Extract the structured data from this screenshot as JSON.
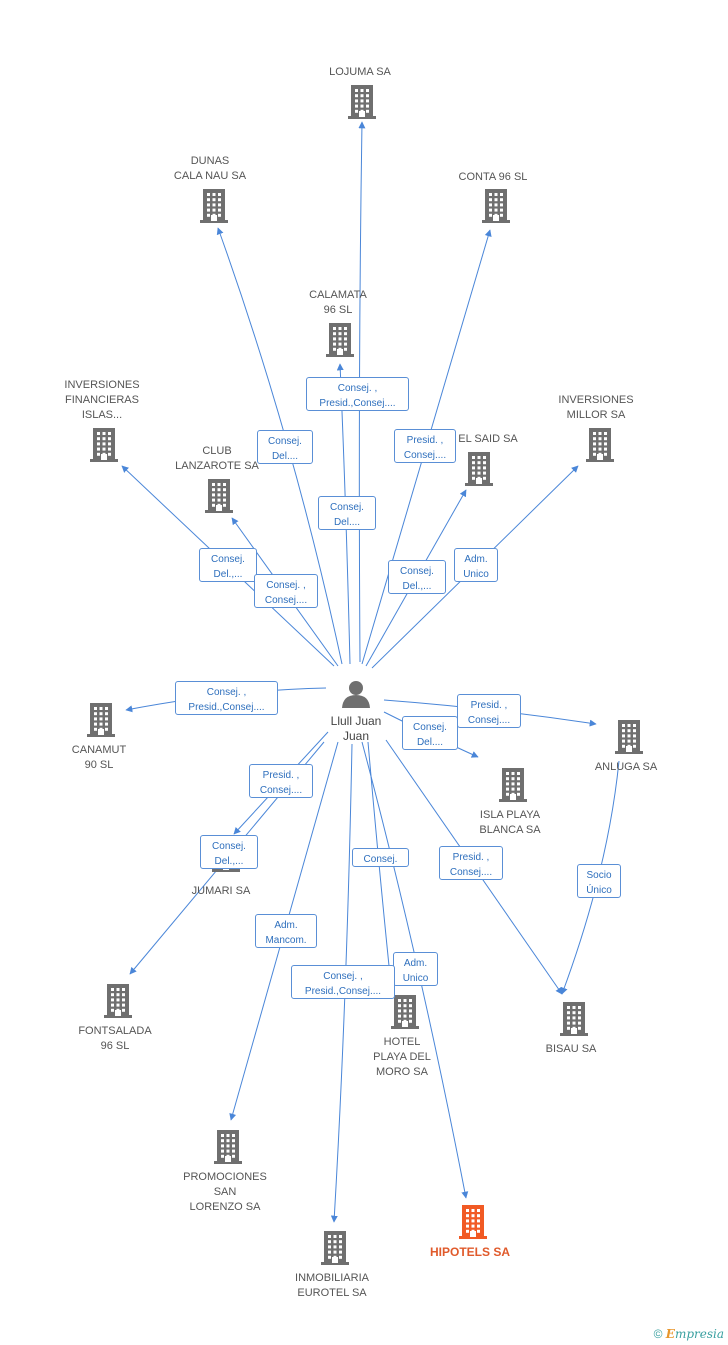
{
  "center": {
    "name": "Llull Juan\nJuan"
  },
  "companies": [
    {
      "id": "lojuma",
      "label": "LOJUMA SA"
    },
    {
      "id": "dunas",
      "label": "DUNAS\nCALA NAU SA"
    },
    {
      "id": "conta",
      "label": "CONTA 96 SL"
    },
    {
      "id": "calamata",
      "label": "CALAMATA\n96 SL"
    },
    {
      "id": "inv_fin",
      "label": "INVERSIONES\nFINANCIERAS\nISLAS..."
    },
    {
      "id": "club",
      "label": "CLUB\nLANZAROTE SA"
    },
    {
      "id": "elsaid",
      "label": "EL SAID SA"
    },
    {
      "id": "inv_millor",
      "label": "INVERSIONES\nMILLOR SA"
    },
    {
      "id": "canamut",
      "label": "CANAMUT\n90 SL"
    },
    {
      "id": "anluga",
      "label": "ANLUGA SA"
    },
    {
      "id": "isla",
      "label": "ISLA PLAYA\nBLANCA SA"
    },
    {
      "id": "jumari",
      "label": "JUMARI SA"
    },
    {
      "id": "fontsalada",
      "label": "FONTSALADA\n96 SL"
    },
    {
      "id": "bisau",
      "label": "BISAU SA"
    },
    {
      "id": "hotel",
      "label": "HOTEL\nPLAYA DEL\nMORO SA"
    },
    {
      "id": "promociones",
      "label": "PROMOCIONES\nSAN\nLORENZO SA"
    },
    {
      "id": "hipotels",
      "label": "HIPOTELS SA",
      "highlight": true
    },
    {
      "id": "inmobiliaria",
      "label": "INMOBILIARIA\nEUROTEL SA"
    }
  ],
  "edges": [
    {
      "from": "center",
      "to": "lojuma",
      "label": "Consej. ,\nPresid.,Consej...."
    },
    {
      "from": "center",
      "to": "dunas",
      "label": "Consej.\nDel...."
    },
    {
      "from": "center",
      "to": "conta",
      "label": "Presid. ,\nConsej...."
    },
    {
      "from": "center",
      "to": "calamata",
      "label": "Consej.\nDel...."
    },
    {
      "from": "center",
      "to": "inv_fin",
      "label": "Consej.\nDel.,..."
    },
    {
      "from": "center",
      "to": "club",
      "label": "Consej. ,\nConsej...."
    },
    {
      "from": "center",
      "to": "elsaid",
      "label": "Consej.\nDel.,..."
    },
    {
      "from": "center",
      "to": "inv_millor",
      "label": "Adm.\nUnico"
    },
    {
      "from": "center",
      "to": "canamut",
      "label": "Consej. ,\nPresid.,Consej...."
    },
    {
      "from": "center",
      "to": "anluga",
      "label": "Presid. ,\nConsej...."
    },
    {
      "from": "center",
      "to": "isla",
      "label": "Consej.\nDel...."
    },
    {
      "from": "center",
      "to": "jumari",
      "label": "Presid. ,\nConsej...."
    },
    {
      "from": "center",
      "to": "fontsalada",
      "label": "Consej.\nDel.,..."
    },
    {
      "from": "center",
      "to": "bisau",
      "label": "Presid. ,\nConsej...."
    },
    {
      "from": "center",
      "to": "hotel",
      "label": "Consej."
    },
    {
      "from": "center",
      "to": "promociones",
      "label": "Adm.\nMancom."
    },
    {
      "from": "center",
      "to": "hipotels",
      "label": "Adm.\nUnico"
    },
    {
      "from": "center",
      "to": "inmobiliaria",
      "label": "Consej. ,\nPresid.,Consej...."
    },
    {
      "from": "anluga",
      "to": "bisau",
      "label": "Socio\nÚnico"
    }
  ],
  "colors": {
    "edge": "#4a86d8",
    "building": "#6f6f6f",
    "highlight": "#f15a24",
    "person": "#6f6f6f"
  },
  "footer": {
    "copyright": "©",
    "brand_e": "E",
    "brand_rest": "mpresia"
  }
}
